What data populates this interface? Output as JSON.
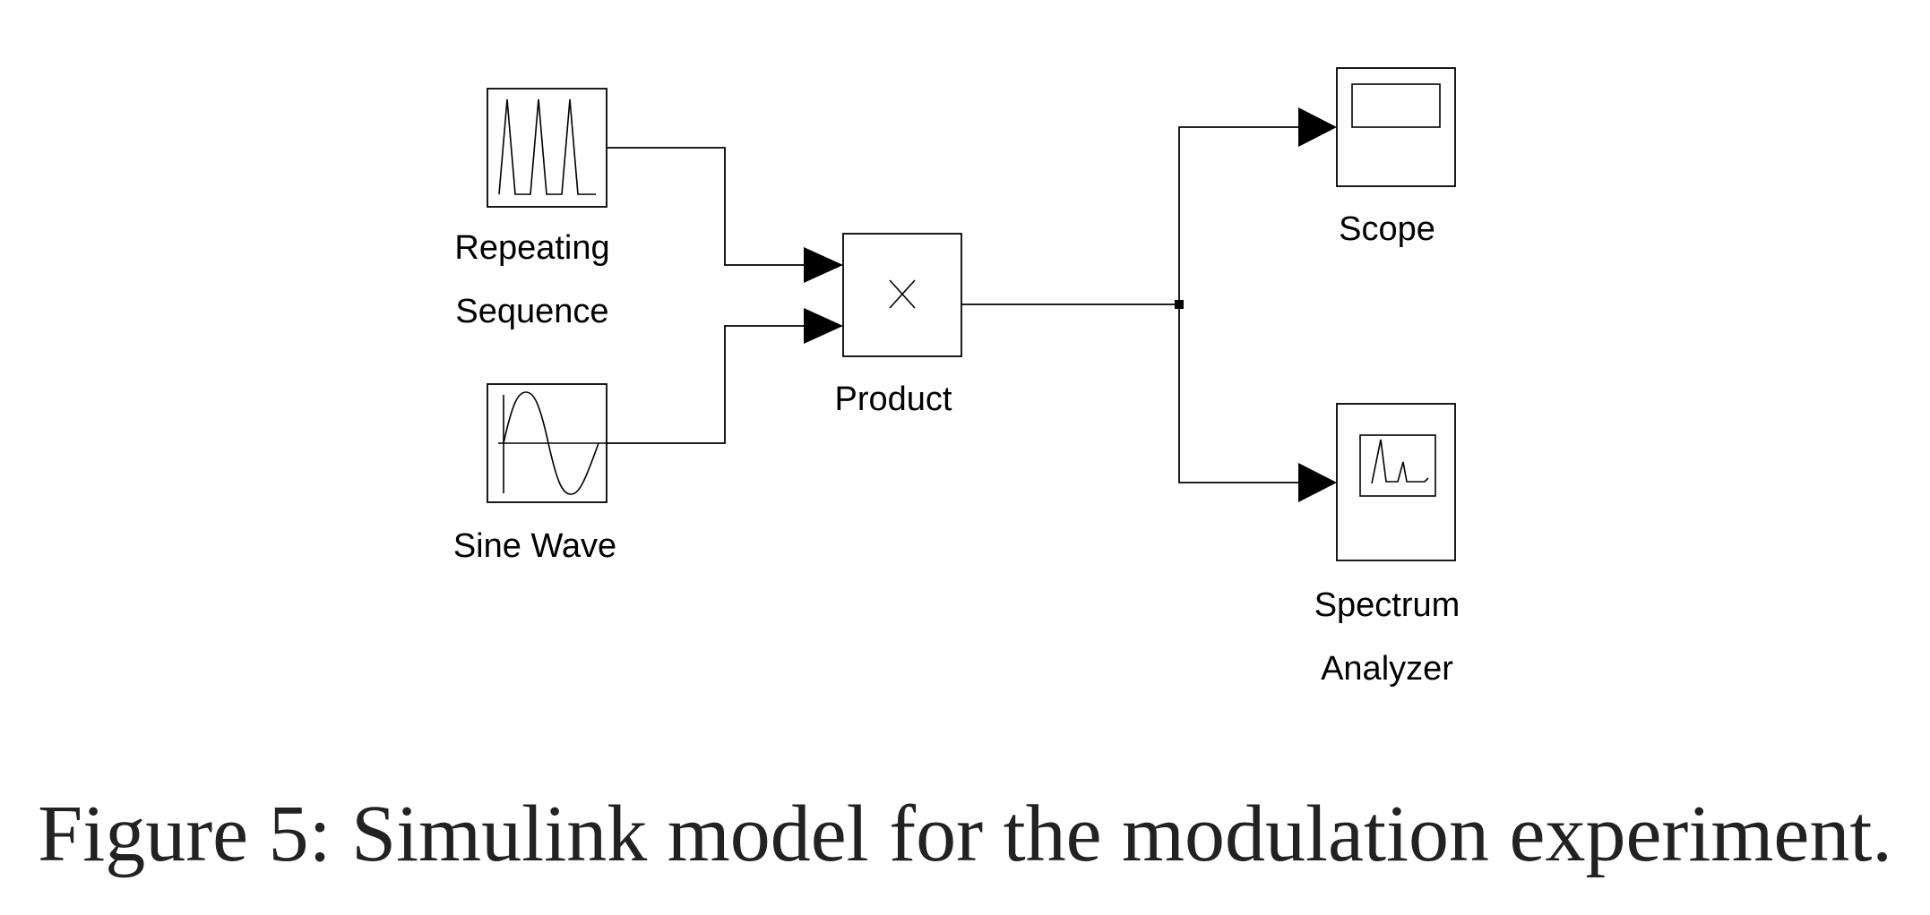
{
  "blocks": {
    "repeating_sequence": {
      "label_line1": "Repeating",
      "label_line2": "Sequence"
    },
    "sine_wave": {
      "label": "Sine Wave"
    },
    "product": {
      "label": "Product",
      "symbol": "×"
    },
    "scope": {
      "label": "Scope"
    },
    "spectrum_analyzer": {
      "label_line1": "Spectrum",
      "label_line2": "Analyzer"
    }
  },
  "connections": [
    {
      "from": "repeating_sequence",
      "to": "product"
    },
    {
      "from": "sine_wave",
      "to": "product"
    },
    {
      "from": "product",
      "to": "scope"
    },
    {
      "from": "product",
      "to": "spectrum_analyzer"
    }
  ],
  "caption": "Figure 5: Simulink model for the modulation experiment."
}
